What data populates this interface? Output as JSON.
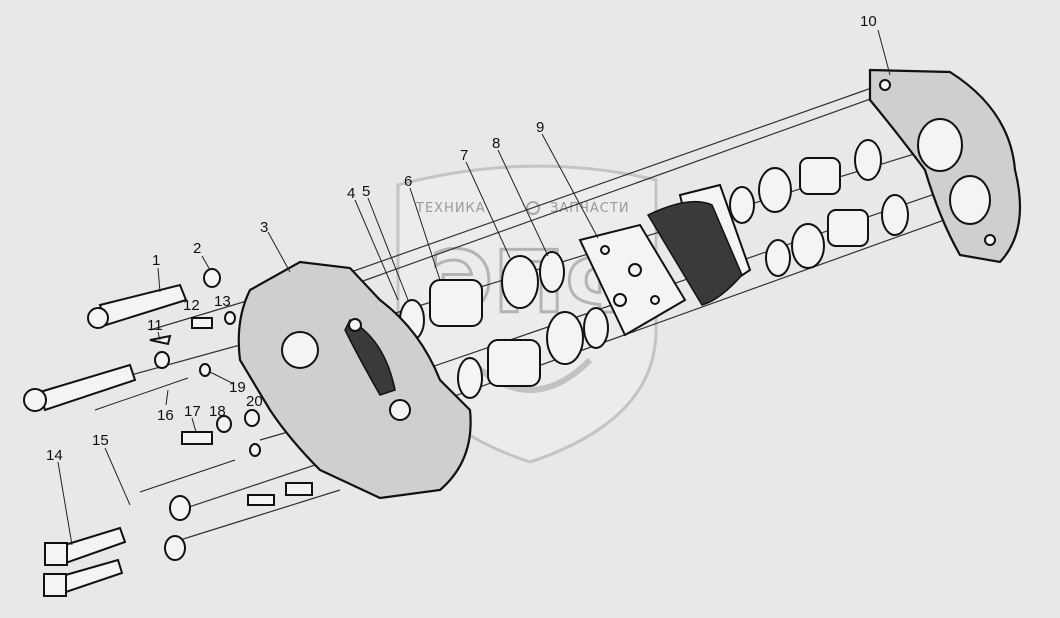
{
  "watermark": {
    "line1": "ТЕХНИКА",
    "line2": "ЗАПЧАСТИ",
    "logo": "ЭПФ"
  },
  "callouts": [
    "1",
    "2",
    "3",
    "4",
    "5",
    "6",
    "7",
    "8",
    "9",
    "10",
    "11",
    "12",
    "13",
    "14",
    "15",
    "16",
    "17",
    "18",
    "19",
    "20"
  ],
  "colors": {
    "background": "#e8e8e8",
    "line": "#111111",
    "watermark": "#b4b4b4"
  }
}
